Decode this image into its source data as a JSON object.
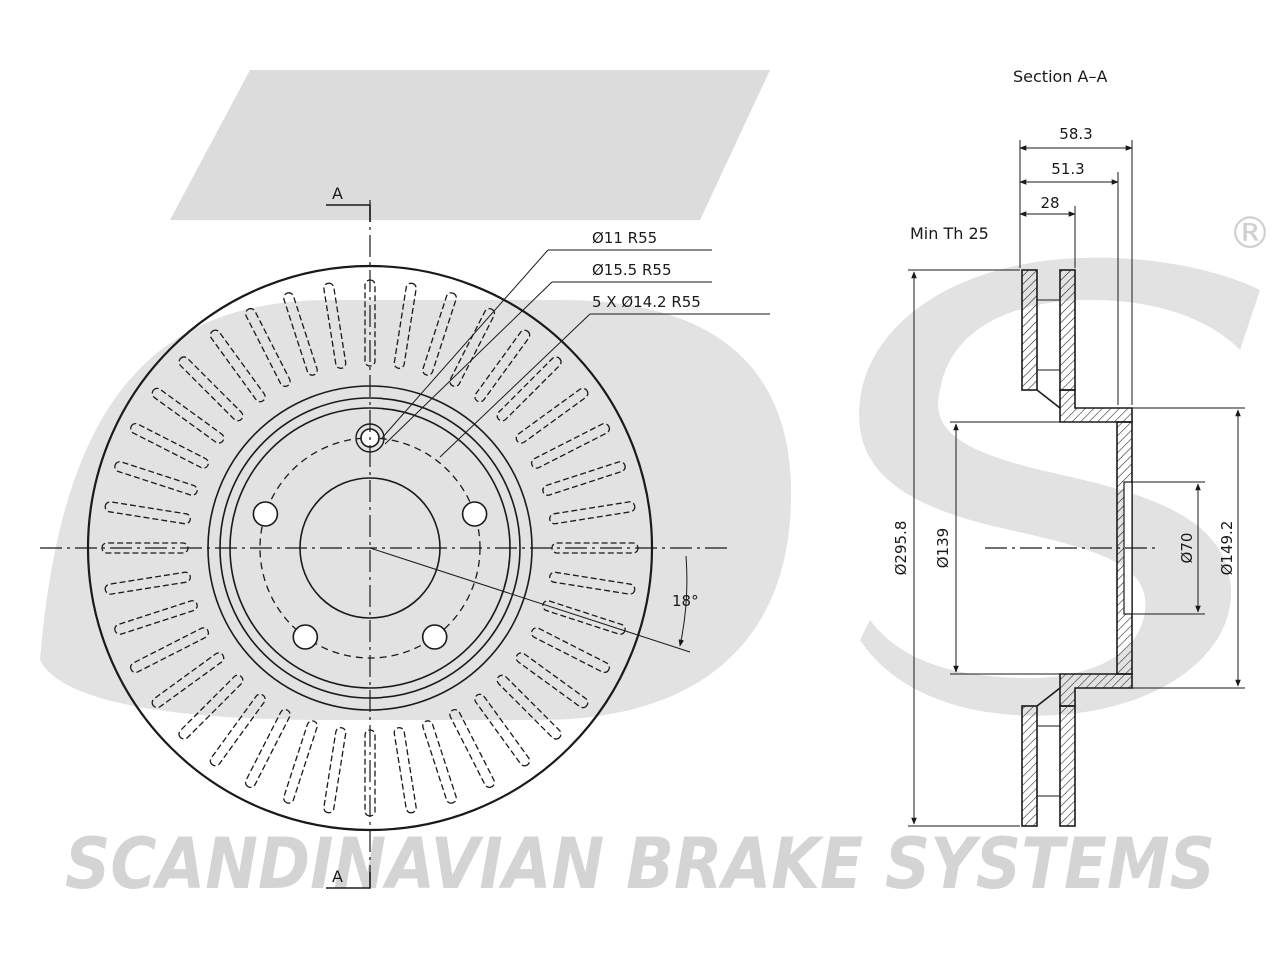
{
  "watermark": {
    "logo": "sbs",
    "brand": "SCANDINAVIAN BRAKE SYSTEMS",
    "registered": "®"
  },
  "front_view": {
    "section_marker_top": "A",
    "section_marker_bottom": "A",
    "callouts": {
      "hole_small": "Ø11  R55",
      "hole_medium": "Ø15.5  R55",
      "bolt_holes": "5  X  Ø14.2  R55"
    },
    "angle_label": "18°",
    "vent_slot_count": 40,
    "bolt_hole_count": 5
  },
  "section_view": {
    "title": "Section  A–A",
    "min_thickness": "Min  Th  25",
    "dims": {
      "overall_height": "58.3",
      "hat_depth": "51.3",
      "disc_thickness": "28",
      "outer_diameter": "Ø295.8",
      "hat_diameter": "Ø139",
      "center_bore": "Ø70",
      "hub_diameter": "Ø149.2"
    }
  }
}
